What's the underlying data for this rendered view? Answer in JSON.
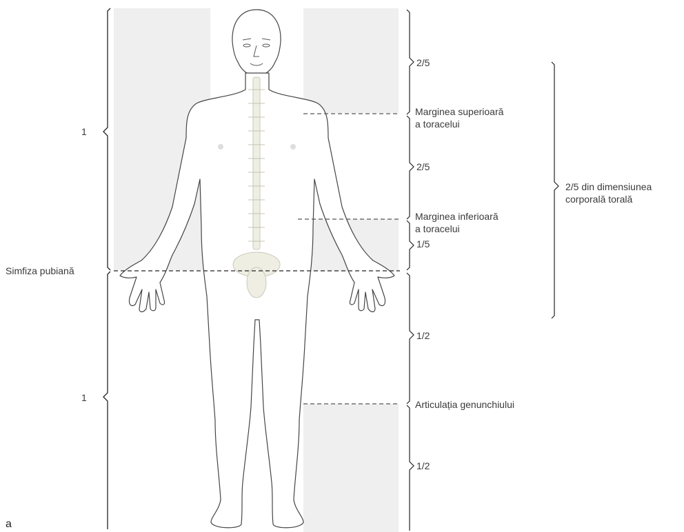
{
  "figure_letter": "a",
  "left_labels": {
    "upper_unit": "1",
    "lower_unit": "1",
    "pubic_symphysis": "Simfiza pubiană"
  },
  "right_labels": {
    "head_neck": "2/5",
    "upper_thorax_line1": "Marginea superioară",
    "upper_thorax_line2": "a toracelui",
    "thorax": "2/5",
    "lower_thorax_line1": "Marginea inferioară",
    "lower_thorax_line2": "a toracelui",
    "abdomen": "1/5",
    "thigh": "1/2",
    "knee": "Articulația genunchiului",
    "leg": "1/2",
    "trunk_line1": "2/5 din dimensiunea",
    "trunk_line2": "corporală torală"
  }
}
